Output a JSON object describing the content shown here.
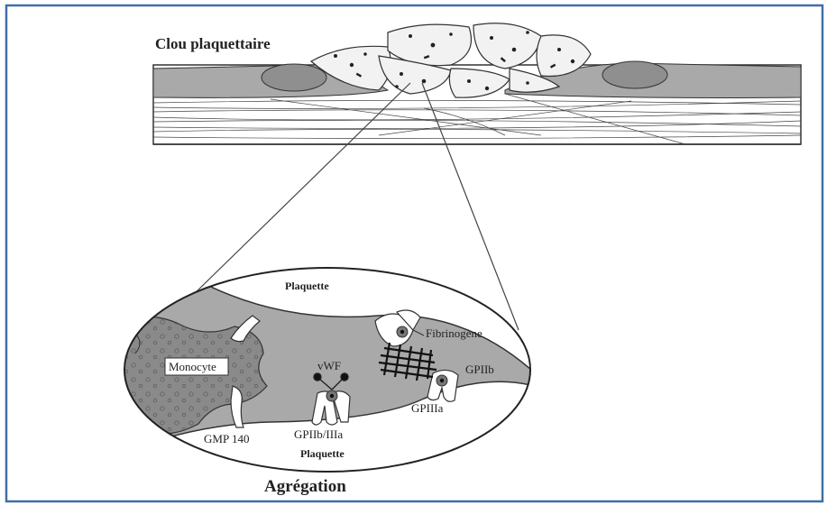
{
  "figure": {
    "top_title": "Clou plaquettaire",
    "bottom_title": "Agrégation",
    "labels": {
      "plaquette_top": "Plaquette",
      "plaquette_bottom": "Plaquette",
      "monocyte": "Monocyte",
      "vwf": "vWF",
      "fibrinogene": "Fibrinogène",
      "gpiib": "GPIIb",
      "gpiiia": "GPIIIa",
      "gpiib_iiia": "GPIIb/IIIa",
      "gmp140": "GMP 140"
    }
  },
  "colors": {
    "frame_border": "#3f6fa8",
    "cell_gray": "#a9a9a9",
    "nucleus": "#8f8f8f",
    "outline": "#333333",
    "monocyte": "#8a8a8a"
  }
}
